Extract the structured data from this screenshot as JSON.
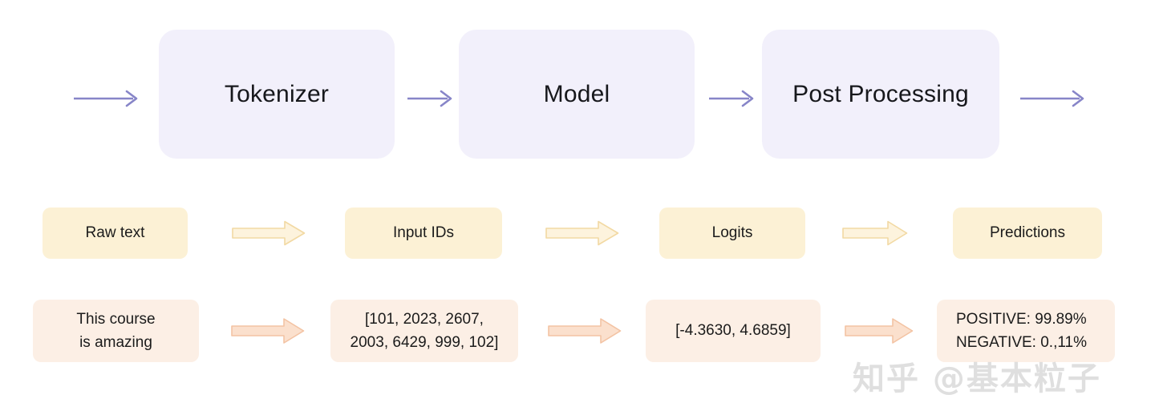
{
  "diagram": {
    "title": "NLP pipeline: Tokenizer -> Model -> Post Processing",
    "colors": {
      "background": "#ffffff",
      "stage_fill": "#f2f0fb",
      "stage_text": "#17181c",
      "label_fill": "#fcf1d5",
      "label_stroke": "#f0dca8",
      "value_fill": "#fcefe5",
      "value_stroke": "#f3cdb2",
      "line_arrow": "#8785c8",
      "block_arrow_yellow_fill": "#fdf3dd",
      "block_arrow_yellow_stroke": "#f2d9a3",
      "block_arrow_peach_fill": "#fbe0cd",
      "block_arrow_peach_stroke": "#f3c3a3"
    },
    "stages": [
      {
        "label": "Tokenizer"
      },
      {
        "label": "Model"
      },
      {
        "label": "Post Processing"
      }
    ],
    "labels": [
      {
        "label": "Raw text"
      },
      {
        "label": "Input IDs"
      },
      {
        "label": "Logits"
      },
      {
        "label": "Predictions"
      }
    ],
    "values": [
      {
        "text": "This course\nis amazing"
      },
      {
        "text": "[101, 2023, 2607,\n2003, 6429, 999, 102]"
      },
      {
        "text": "[-4.3630, 4.6859]"
      },
      {
        "text": "POSITIVE: 99.89%\nNEGATIVE: 0.,11%"
      }
    ],
    "line_arrows": [
      {
        "name": "arrow-into-tokenizer"
      },
      {
        "name": "arrow-tokenizer-to-model"
      },
      {
        "name": "arrow-model-to-post-processing"
      },
      {
        "name": "arrow-out-of-post-processing"
      }
    ],
    "label_arrows": [
      {
        "name": "arrow-raw-text-to-input-ids"
      },
      {
        "name": "arrow-input-ids-to-logits"
      },
      {
        "name": "arrow-logits-to-predictions"
      }
    ],
    "value_arrows": [
      {
        "name": "arrow-text-to-ids"
      },
      {
        "name": "arrow-ids-to-logits"
      },
      {
        "name": "arrow-logits-to-prediction"
      }
    ],
    "watermark": "知乎 @基本粒子"
  }
}
